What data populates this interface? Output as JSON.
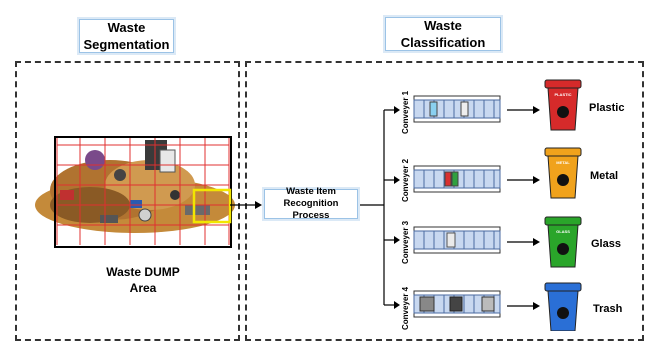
{
  "sections": {
    "segmentation_title_line1": "Waste",
    "segmentation_title_line2": "Segmentation",
    "classification_title_line1": "Waste",
    "classification_title_line2": "Classification"
  },
  "dump": {
    "label_line1": "Waste DUMP",
    "label_line2": "Area"
  },
  "recognition": {
    "line1": "Waste Item",
    "line2": "Recognition Process"
  },
  "conveyors": [
    {
      "label": "Conveyer 1",
      "bin": "Plastic",
      "bin_tag": "PLASTIC",
      "color": "#d62a2a"
    },
    {
      "label": "Conveyer 2",
      "bin": "Metal",
      "bin_tag": "METAL",
      "color": "#f0a21c"
    },
    {
      "label": "Conveyer 3",
      "bin": "Glass",
      "bin_tag": "GLASS",
      "color": "#2aa52a"
    },
    {
      "label": "Conveyer 4",
      "bin": "Trash",
      "bin_tag": "",
      "color": "#2a6fd6"
    }
  ],
  "colors": {
    "grid": "#e03030",
    "highlight": "#f2e600",
    "accent": "#9cc3e6"
  }
}
